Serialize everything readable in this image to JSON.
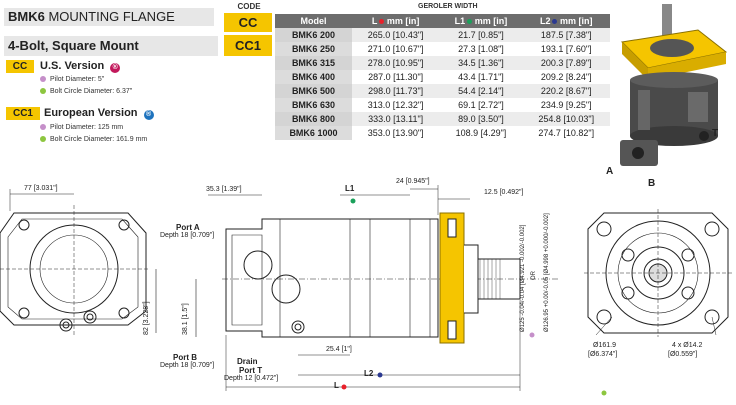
{
  "header": {
    "title_bold": "BMK6",
    "title_rest": " MOUNTING FLANGE",
    "code_label": "CODE",
    "code_cc": "CC",
    "subtitle": "4-Bolt, Square Mount",
    "code_cc1": "CC1"
  },
  "versions": [
    {
      "tag": "CC",
      "title": "U.S. Version",
      "badge_icon": "us-certification-icon",
      "specs": [
        {
          "label": "Pilot Diameter: 5\"",
          "color": "#c58fc9"
        },
        {
          "label": "Bolt Circle Diameter: 6.37\"",
          "color": "#8dc63f"
        }
      ]
    },
    {
      "tag": "CC1",
      "title": "European Version",
      "badge_icon": "eu-certification-icon",
      "specs": [
        {
          "label": "Pilot Diameter: 125 mm",
          "color": "#c58fc9"
        },
        {
          "label": "Bolt Circle Diameter: 161.9 mm",
          "color": "#8dc63f"
        }
      ]
    }
  ],
  "table": {
    "group_header": "GEROLER WIDTH",
    "columns": [
      {
        "label": "Model",
        "dot": ""
      },
      {
        "label": "L",
        "dot": "#e8202a",
        "unit": "mm [in]"
      },
      {
        "label": "L1",
        "dot": "#1aa05a",
        "unit": "mm [in]"
      },
      {
        "label": "L2",
        "dot": "#2b3990",
        "unit": "mm [in]"
      }
    ],
    "rows": [
      [
        "BMK6 200",
        "265.0 [10.43\"]",
        "21.7 [0.85\"]",
        "187.5 [7.38\"]"
      ],
      [
        "BMK6 250",
        "271.0 [10.67\"]",
        "27.3 [1.08\"]",
        "193.1 [7.60\"]"
      ],
      [
        "BMK6 315",
        "278.0 [10.95\"]",
        "34.5 [1.36\"]",
        "200.3 [7.89\"]"
      ],
      [
        "BMK6 400",
        "287.0 [11.30\"]",
        "43.4 [1.71\"]",
        "209.2 [8.24\"]"
      ],
      [
        "BMK6 500",
        "298.0 [11.73\"]",
        "54.4 [2.14\"]",
        "220.2 [8.67\"]"
      ],
      [
        "BMK6 630",
        "313.0 [12.32\"]",
        "69.1 [2.72\"]",
        "234.9 [9.25\"]"
      ],
      [
        "BMK6 800",
        "333.0 [13.11\"]",
        "89.0 [3.50\"]",
        "254.8 [10.03\"]"
      ],
      [
        "BMK6 1000",
        "353.0 [13.90\"]",
        "108.9 [4.29\"]",
        "274.7 [10.82\"]"
      ]
    ]
  },
  "photo_labels": {
    "a": "A",
    "b": "B",
    "t": "T"
  },
  "dims": {
    "d77": "77 [3.031\"]",
    "d82": "82 [3.228\"]",
    "d353": "35.3 [1.39\"]",
    "l1": "L1",
    "d24": "24 [0.945\"]",
    "d125": "12.5 [0.492\"]",
    "port_a": "Port A",
    "port_a_depth": "Depth 18 [0.709\"]",
    "d381": "38.1 [1.5\"]",
    "port_b": "Port B",
    "port_b_depth": "Depth 18 [0.709\"]",
    "drain": "Drain",
    "port_t": "Port T",
    "drain_depth": "Depth 12 [0.472\"]",
    "d254": "25.4 [1\"]",
    "l2": "L2",
    "l": "L",
    "pilot_us": "Ø126.95 +0.00/-0.05 [Ø4.998 +0.000/-0.002]",
    "or": "OR",
    "pilot_eu": "Ø125 -0.04/-0.04 [Ø4.921 -0.002/-0.002]",
    "bc1": "Ø161.9",
    "bc1b": "[Ø6.374\"]",
    "holes": "4 x Ø14.2",
    "holesb": "[Ø0.559\"]"
  },
  "colors": {
    "yellow": "#f5c500",
    "red": "#e8202a",
    "green": "#1aa05a",
    "blue": "#2b3990",
    "purple": "#c58fc9",
    "lime": "#8dc63f"
  }
}
